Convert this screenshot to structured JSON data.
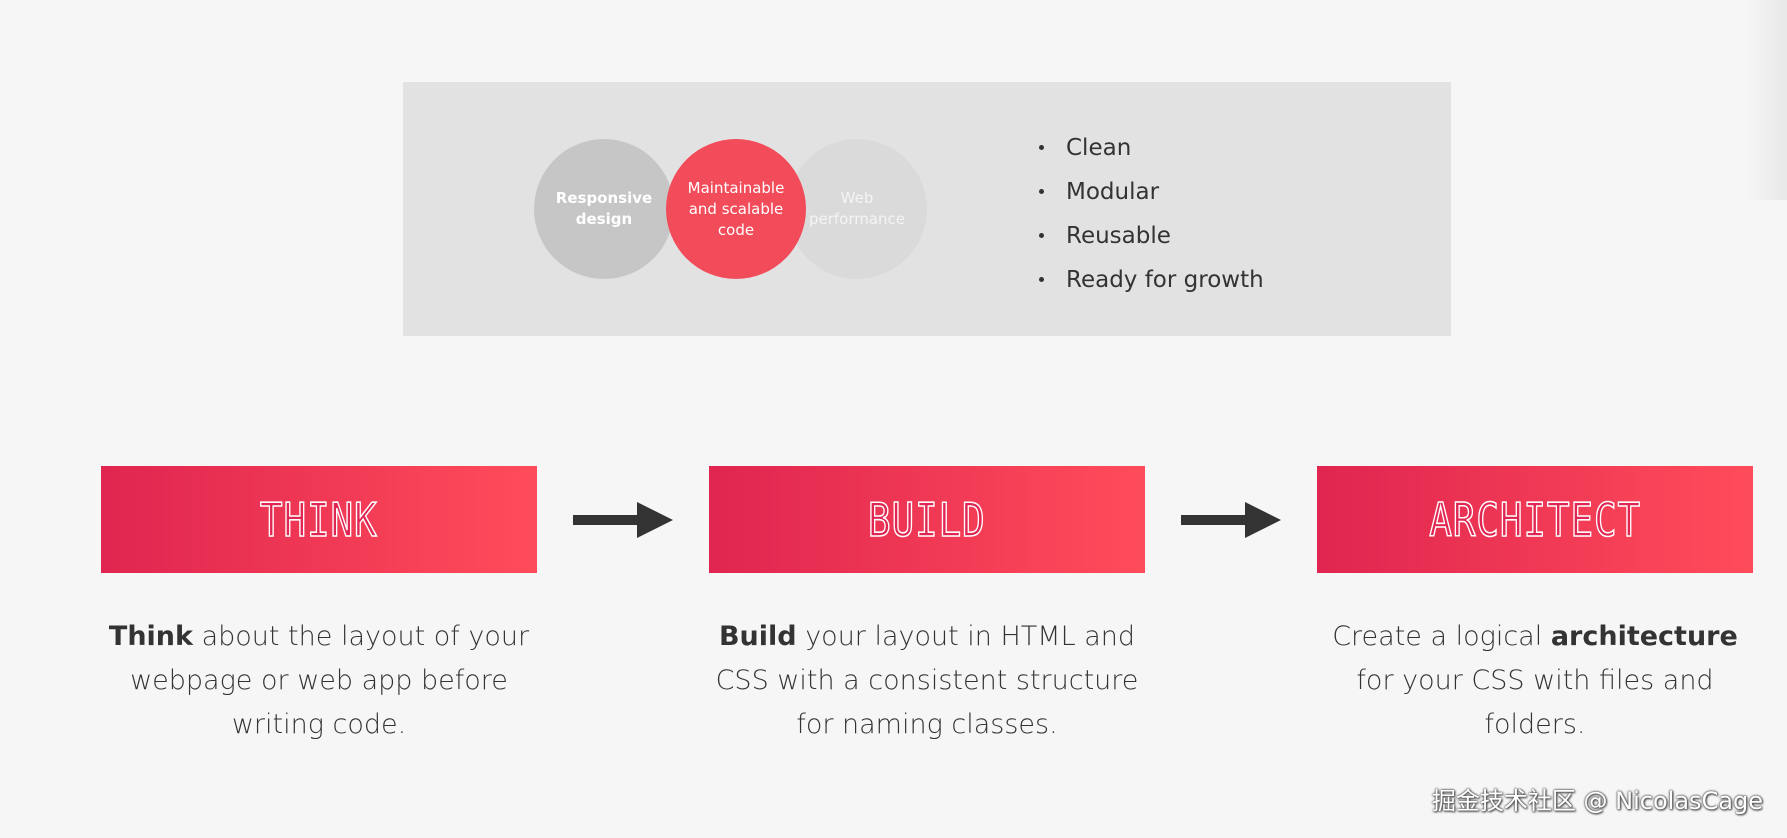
{
  "venn": {
    "left": "Responsive design",
    "center": "Maintainable and scalable code",
    "right": "Web performance",
    "colors": {
      "left": "#c6c6c6",
      "center": "#f24b5a",
      "right": "#dadada"
    }
  },
  "qualities": [
    "Clean",
    "Modular",
    "Reusable",
    "Ready for growth"
  ],
  "steps": [
    {
      "title": "THINK",
      "desc_bold": "Think",
      "desc_rest": " about the layout of your webpage or web app before writing code."
    },
    {
      "title": "BUILD",
      "desc_bold": "Build",
      "desc_rest": " your layout in HTML and CSS with a consistent structure for naming classes."
    },
    {
      "title": "ARCHITECT",
      "desc_pre": "Create a logical ",
      "desc_bold": "architecture",
      "desc_rest": " for your CSS with files and folders."
    }
  ],
  "icons": {
    "arrow": "arrow-right-icon"
  },
  "accent_gradient": [
    "#e02550",
    "#ff4c5a"
  ],
  "watermark": "掘金技术社区 @ NicolasCage"
}
